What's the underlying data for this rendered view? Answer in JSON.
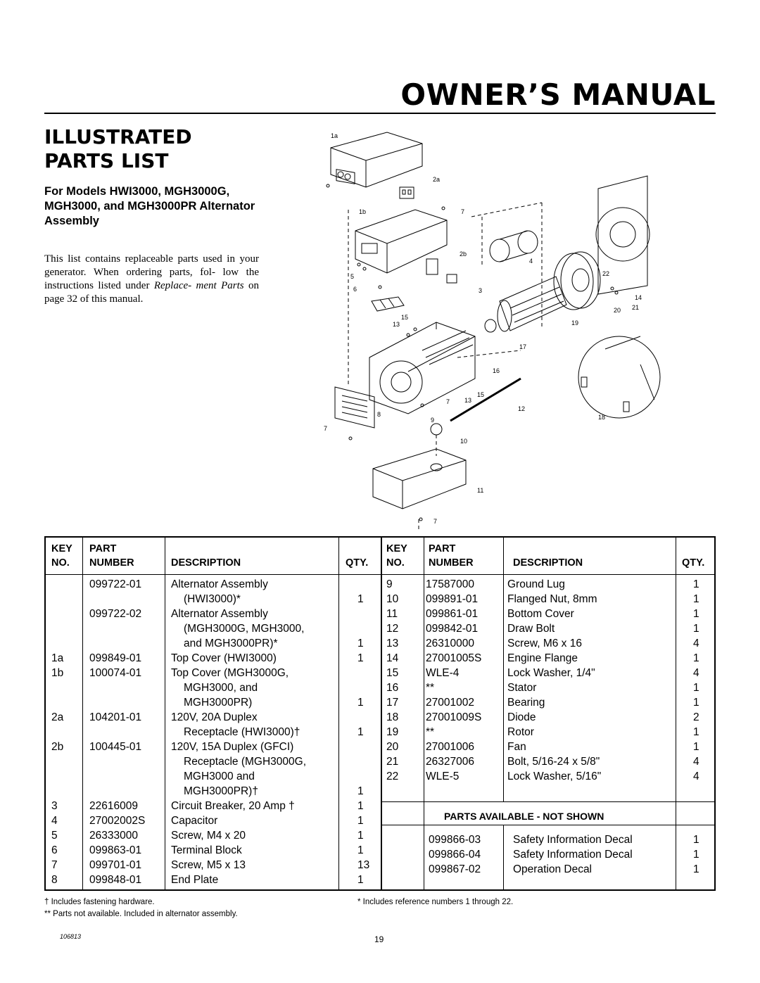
{
  "header": {
    "title": "OWNER’S MANUAL"
  },
  "section": {
    "title_line1": "ILLUSTRATED",
    "title_line2": "PARTS LIST",
    "subtitle": "For Models HWI3000, MGH3000G, MGH3000, and MGH3000PR Alternator Assembly",
    "intro_before": "This list contains replaceable parts used in your generator. When ordering parts, fol- low the instructions listed under ",
    "intro_em": "Replace- ment Parts",
    "intro_after": " on page 32 of this manual."
  },
  "diagram": {
    "callouts": [
      "1a",
      "2a",
      "1b",
      "7",
      "2b",
      "4",
      "5",
      "6",
      "3",
      "22",
      "14",
      "20",
      "21",
      "15",
      "13",
      "19",
      "17",
      "16",
      "15",
      "13",
      "7",
      "12",
      "8",
      "9",
      "7",
      "18",
      "10",
      "11",
      "7"
    ]
  },
  "table": {
    "headers": {
      "key_line1": "KEY",
      "key_line2": "NO.",
      "part_line1": "PART",
      "part_line2": "NUMBER",
      "description": "DESCRIPTION",
      "qty": "QTY."
    },
    "left_rows": [
      {
        "key": "",
        "part": "099722-01",
        "desc": "Alternator Assembly",
        "qty": ""
      },
      {
        "key": "",
        "part": "",
        "desc": "(HWI3000)*",
        "qty": "1",
        "indent": true
      },
      {
        "key": "",
        "part": "099722-02",
        "desc": "Alternator Assembly",
        "qty": ""
      },
      {
        "key": "",
        "part": "",
        "desc": "(MGH3000G, MGH3000,",
        "qty": "",
        "indent": true
      },
      {
        "key": "",
        "part": "",
        "desc": "and MGH3000PR)*",
        "qty": "1",
        "indent": true
      },
      {
        "key": "1a",
        "part": "099849-01",
        "desc": "Top Cover (HWI3000)",
        "qty": "1"
      },
      {
        "key": "1b",
        "part": "100074-01",
        "desc": "Top Cover (MGH3000G,",
        "qty": ""
      },
      {
        "key": "",
        "part": "",
        "desc": "MGH3000, and",
        "qty": "",
        "indent": true
      },
      {
        "key": "",
        "part": "",
        "desc": "MGH3000PR)",
        "qty": "1",
        "indent": true
      },
      {
        "key": "2a",
        "part": "104201-01",
        "desc": "120V, 20A Duplex",
        "qty": ""
      },
      {
        "key": "",
        "part": "",
        "desc": "Receptacle (HWI3000)†",
        "qty": "1",
        "indent": true
      },
      {
        "key": "2b",
        "part": "100445-01",
        "desc": "120V, 15A Duplex (GFCI)",
        "qty": ""
      },
      {
        "key": "",
        "part": "",
        "desc": "Receptacle (MGH3000G,",
        "qty": "",
        "indent": true
      },
      {
        "key": "",
        "part": "",
        "desc": "MGH3000 and",
        "qty": "",
        "indent": true
      },
      {
        "key": "",
        "part": "",
        "desc": "MGH3000PR)†",
        "qty": "1",
        "indent": true
      },
      {
        "key": "3",
        "part": "22616009",
        "desc": "Circuit Breaker, 20 Amp †",
        "qty": "1"
      },
      {
        "key": "4",
        "part": "27002002S",
        "desc": "Capacitor",
        "qty": "1"
      },
      {
        "key": "5",
        "part": "26333000",
        "desc": "Screw, M4 x 20",
        "qty": "1"
      },
      {
        "key": "6",
        "part": "099863-01",
        "desc": "Terminal Block",
        "qty": "1"
      },
      {
        "key": "7",
        "part": "099701-01",
        "desc": "Screw, M5 x 13",
        "qty": "13"
      },
      {
        "key": "8",
        "part": "099848-01",
        "desc": "End Plate",
        "qty": "1"
      }
    ],
    "right_rows": [
      {
        "key": "9",
        "part": "17587000",
        "desc": "Ground Lug",
        "qty": "1"
      },
      {
        "key": "10",
        "part": "099891-01",
        "desc": "Flanged Nut, 8mm",
        "qty": "1"
      },
      {
        "key": "11",
        "part": "099861-01",
        "desc": "Bottom Cover",
        "qty": "1"
      },
      {
        "key": "12",
        "part": "099842-01",
        "desc": "Draw Bolt",
        "qty": "1"
      },
      {
        "key": "13",
        "part": "26310000",
        "desc": "Screw, M6 x 16",
        "qty": "4"
      },
      {
        "key": "14",
        "part": "27001005S",
        "desc": "Engine Flange",
        "qty": "1"
      },
      {
        "key": "15",
        "part": "WLE-4",
        "desc": "Lock Washer, 1/4\"",
        "qty": "4"
      },
      {
        "key": "16",
        "part": "**",
        "desc": "Stator",
        "qty": "1"
      },
      {
        "key": "17",
        "part": "27001002",
        "desc": "Bearing",
        "qty": "1"
      },
      {
        "key": "18",
        "part": "27001009S",
        "desc": "Diode",
        "qty": "2"
      },
      {
        "key": "19",
        "part": "**",
        "desc": "Rotor",
        "qty": "1"
      },
      {
        "key": "20",
        "part": "27001006",
        "desc": "Fan",
        "qty": "1"
      },
      {
        "key": "21",
        "part": "26327006",
        "desc": "Bolt, 5/16-24 x 5/8\"",
        "qty": "4"
      },
      {
        "key": "22",
        "part": "WLE-5",
        "desc": "Lock Washer, 5/16\"",
        "qty": "4"
      }
    ],
    "not_shown_title": "PARTS AVAILABLE - NOT SHOWN",
    "not_shown_rows": [
      {
        "part": "099866-03",
        "desc": "Safety Information Decal",
        "qty": "1"
      },
      {
        "part": "099866-04",
        "desc": "Safety Information Decal",
        "qty": "1"
      },
      {
        "part": "099867-02",
        "desc": "Operation Decal",
        "qty": "1"
      }
    ]
  },
  "footnotes": {
    "dagger": "† Includes fastening hardware.",
    "double_star": "** Parts not available. Included in alternator assembly.",
    "star": "* Includes reference numbers 1 through 22."
  },
  "footer": {
    "doc_number": "106813",
    "page_number": "19"
  }
}
